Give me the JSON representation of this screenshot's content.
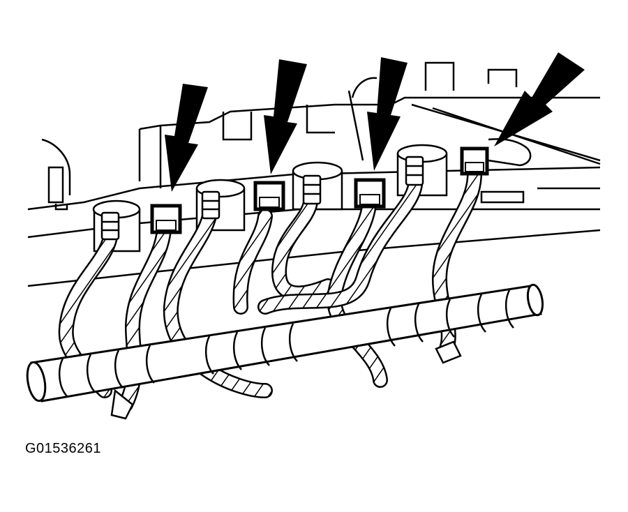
{
  "figure": {
    "id_label": "G01536261",
    "ink_color": "#000000",
    "paper_color": "#ffffff",
    "arrow_count": 4,
    "connector_count": 4
  }
}
